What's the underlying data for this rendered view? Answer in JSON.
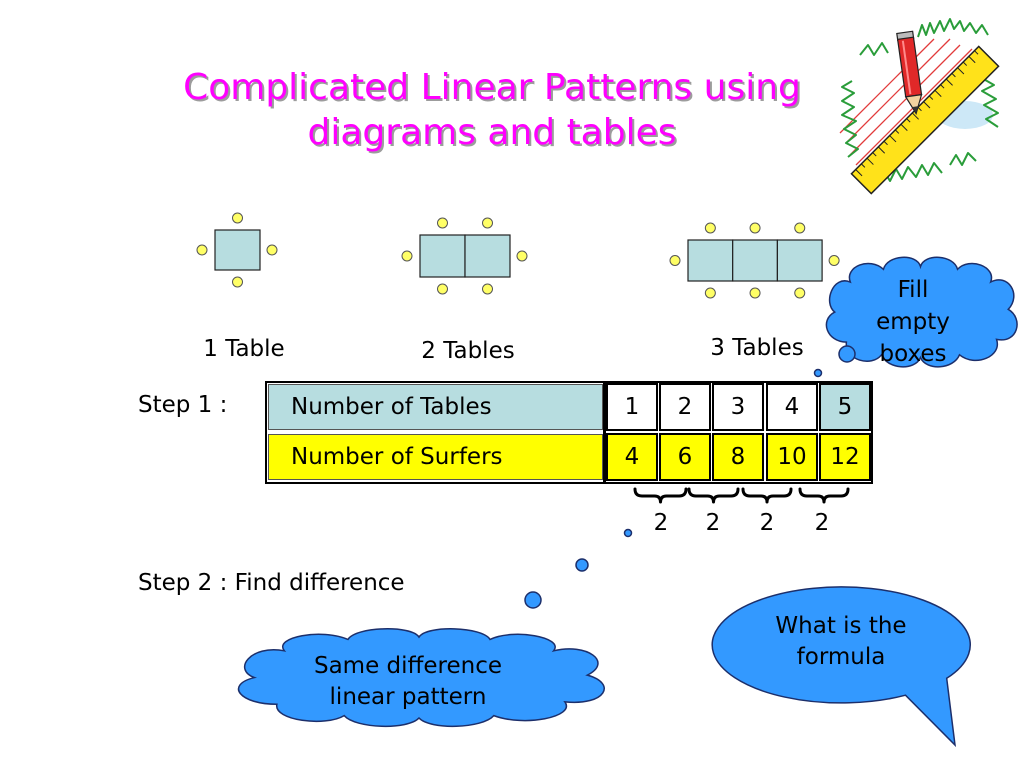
{
  "slide": {
    "title": [
      "Complicated Linear Patterns using",
      "diagrams and tables"
    ],
    "clipart_icon": "pencil-and-ruler-icon"
  },
  "diagrams": [
    {
      "label": "1 Table",
      "tables": 1
    },
    {
      "label": "2 Tables",
      "tables": 2
    },
    {
      "label": "3 Tables",
      "tables": 3
    }
  ],
  "step1": {
    "label": "Step 1 :",
    "table": {
      "rows": [
        {
          "header": "Number of Tables",
          "values": [
            "1",
            "2",
            "3",
            "4",
            "5"
          ]
        },
        {
          "header": "Number of Surfers",
          "values": [
            "4",
            "6",
            "8",
            "10",
            "12"
          ]
        }
      ]
    },
    "differences": [
      "2",
      "2",
      "2",
      "2"
    ]
  },
  "step2": {
    "label": "Step 2 : Find difference"
  },
  "callouts": {
    "fill_empty_boxes": [
      "Fill",
      "empty",
      "boxes"
    ],
    "same_difference": [
      "Same difference",
      "linear pattern"
    ],
    "formula_question": [
      "What is the",
      "formula"
    ]
  },
  "colors": {
    "title": "#ff00ff",
    "callout": "#3399ff",
    "tables_row": "#b7dde0",
    "surfers_row": "#ffff00",
    "seat": "#ffff66"
  }
}
